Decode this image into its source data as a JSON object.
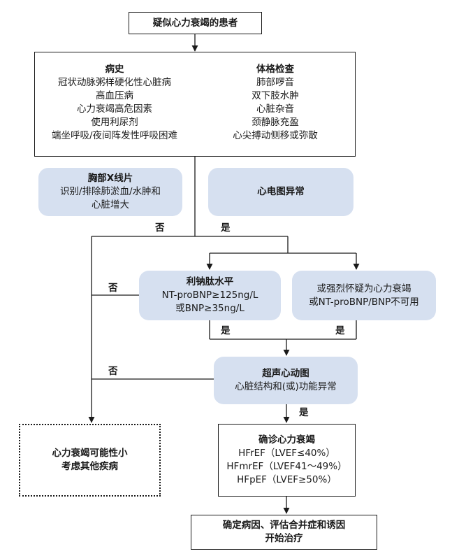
{
  "start": {
    "text": "疑似心力衰竭的患者"
  },
  "history": {
    "title": "病史",
    "items": [
      "冠状动脉粥样硬化性心脏病",
      "高血压病",
      "心力衰竭高危因素",
      "使用利尿剂",
      "端坐呼吸/夜间阵发性呼吸困难"
    ]
  },
  "exam": {
    "title": "体格检查",
    "items": [
      "肺部啰音",
      "双下肢水肿",
      "心脏杂音",
      "颈静脉充盈",
      "心尖搏动侧移或弥散"
    ]
  },
  "xray": {
    "title": "胸部X线片",
    "lines": [
      "识别/排除肺淤血/水肿和",
      "心脏增大"
    ]
  },
  "ecg": {
    "title": "心电图异常"
  },
  "bnp": {
    "title": "利钠肽水平",
    "lines": [
      "NT-proBNP≥125ng/L",
      "或BNP≥35ng/L"
    ]
  },
  "suspicion": {
    "lines": [
      "或强烈怀疑为心力衰竭",
      "或NT-proBNP/BNP不可用"
    ]
  },
  "echo": {
    "title": "超声心动图",
    "lines": [
      "心脏结构和(或)功能异常"
    ]
  },
  "unlikely": {
    "lines": [
      "心力衰竭可能性小",
      "考虑其他疾病"
    ]
  },
  "diagnosis": {
    "title": "确诊心力衰竭",
    "lines": [
      "HFrEF（LVEF≤40%）",
      "HFmrEF（LVEF41～49%）",
      "HFpEF（LVEF≥50%）"
    ]
  },
  "treat": {
    "lines": [
      "确定病因、评估合并症和诱因",
      "开始治疗"
    ]
  },
  "labels": {
    "no": "否",
    "yes": "是"
  }
}
